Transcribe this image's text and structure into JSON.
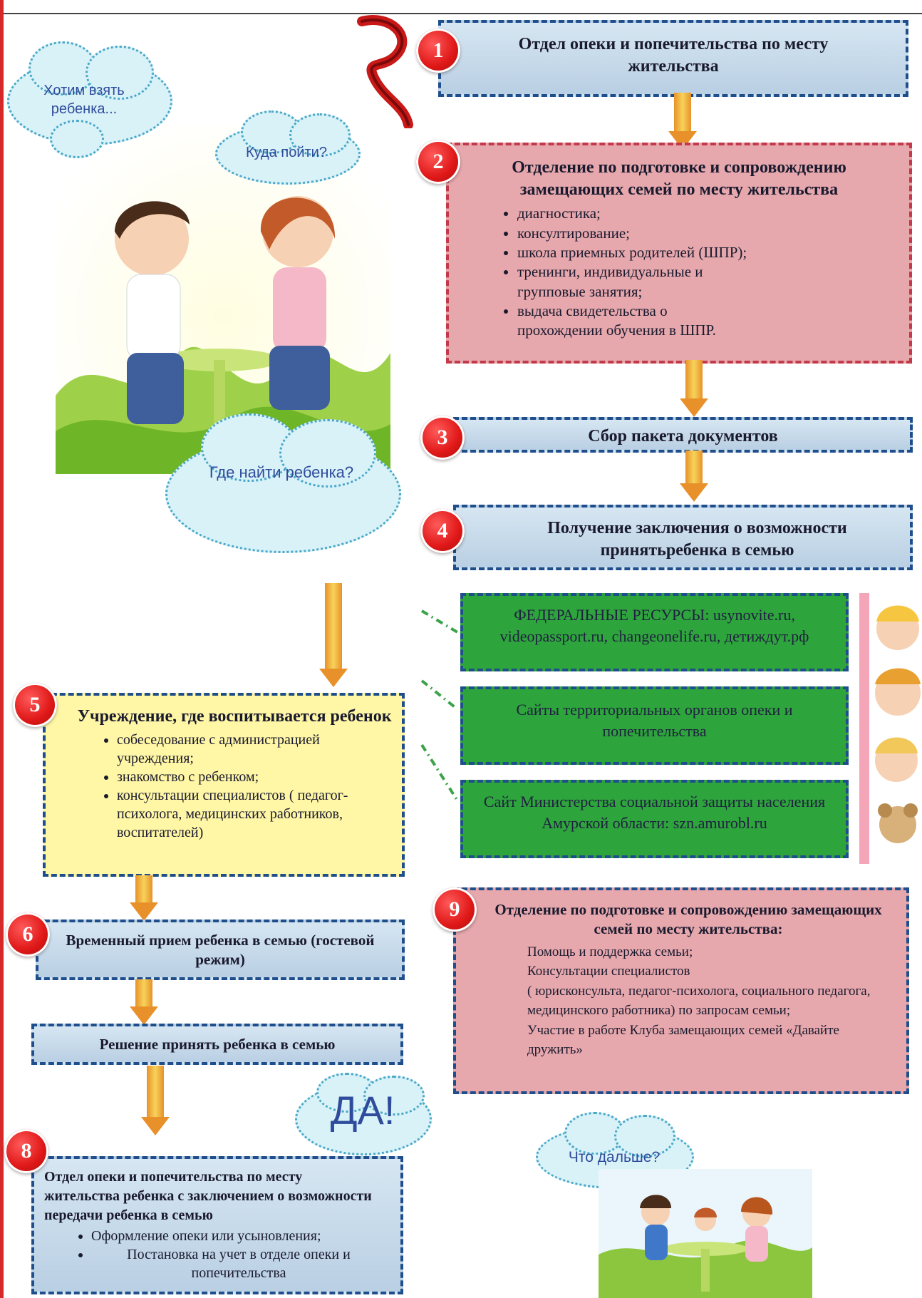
{
  "clouds": {
    "c1": "Хотим взять ребенка...",
    "c2": "Куда пойти?",
    "c3": "Где найти ребенка?",
    "c4": "ДА!",
    "c5": "Что дальше?"
  },
  "steps": {
    "s1": {
      "num": "1",
      "title": "Отдел опеки и попечительства по месту жительства"
    },
    "s2": {
      "num": "2",
      "title": "Отделение по подготовке и сопровождению замещающих семей по месту жительства",
      "items": [
        "диагностика;",
        "консултирование;",
        "школа приемных родителей (ШПР);",
        "тренинги, индивидуальные и групповые занятия;",
        "выдача свидетельства о прохождении обучения в ШПР."
      ]
    },
    "s3": {
      "num": "3",
      "title": "Сбор пакета документов"
    },
    "s4": {
      "num": "4",
      "title": "Получение заключения о возможности принятьребенка в семью"
    },
    "s5": {
      "num": "5",
      "title": "Учреждение, где воспитывается ребенок",
      "items": [
        "собеседование с администрацией учреждения;",
        "знакомство с ребенком;",
        "консультации специалистов ( педагог-психолога, медицинских работников, воспитателей)"
      ]
    },
    "s6": {
      "num": "6",
      "title": "Временный прием ребенка в семью (гостевой режим)"
    },
    "s7": {
      "title": "Решение принять ребенка в семью"
    },
    "s8": {
      "num": "8",
      "title": "Отдел опеки и попечительства по месту жительства ребенка с заключением о возможности передачи ребенка в семью",
      "items": [
        "Оформление опеки или усыновления;",
        "Постановка на учет в отделе опеки и попечительства"
      ]
    },
    "s9": {
      "num": "9",
      "title": "Отделение по подготовке и сопровождению замещающих семей по месту жительства:",
      "lines": [
        "Помощь и поддержка семьи;",
        "Консультации специалистов",
        "( юрисконсульта, педагог-психолога, социального педагога, медицинского работника) по запросам семьи;",
        "Участие в работе Клуба замещающих семей «Давайте дружить»"
      ]
    }
  },
  "resources": {
    "r1": "ФЕДЕРАЛЬНЫЕ РЕСУРСЫ: usynovite.ru, videopassport.ru, changeonelife.ru, детиждут.рф",
    "r2": "Сайты территориальных органов опеки и попечительства",
    "r3": "Сайт Министерства социальной защиты населения Амурской области: szn.amurobl.ru"
  },
  "colors": {
    "border": "#1f4e8c",
    "blue_box": "#c8dbea",
    "pink_box": "#e6a8ad",
    "yellow_box": "#fff7a6",
    "green_box": "#2ea43c",
    "badge": "#e01818",
    "arrow": "#f0b040"
  }
}
